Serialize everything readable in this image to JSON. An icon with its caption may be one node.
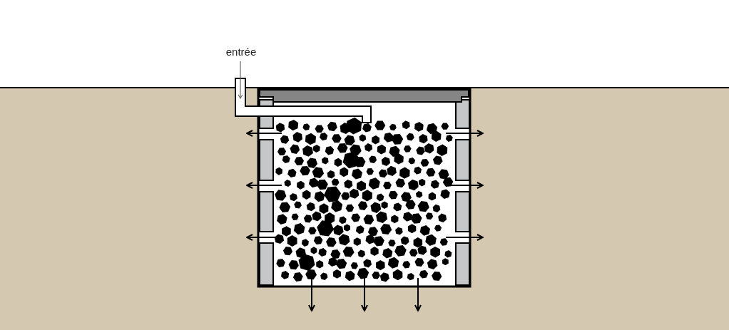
{
  "diagram": {
    "nodes": [
      {
        "text": [
          "entrée"
        ]
      },
      {
        "text": [],
        "shape": "picture"
      }
    ],
    "edges": [
      {
        "from": 0,
        "to": 1,
        "arrow": "to"
      }
    ]
  }
}
